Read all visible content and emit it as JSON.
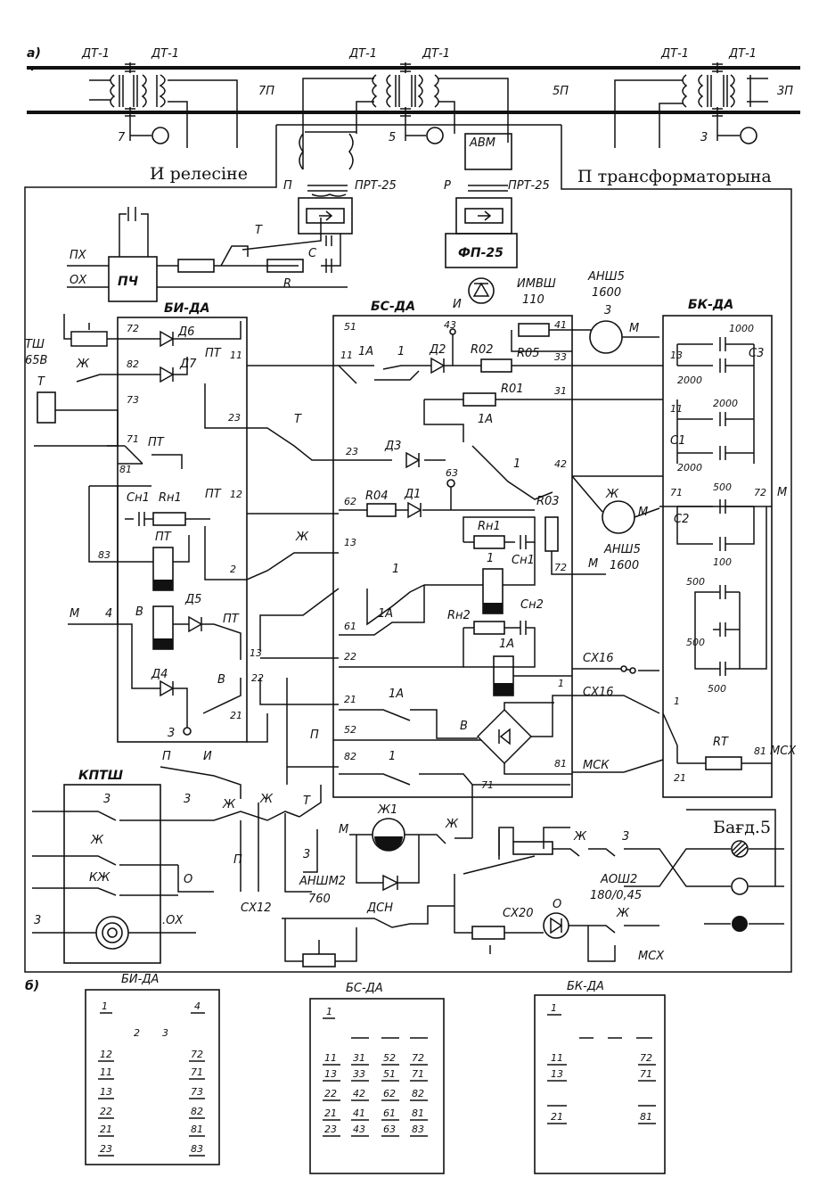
{
  "parts": {
    "a": "а)",
    "b": "б)"
  },
  "track": {
    "dt": "ДТ-1",
    "sections": [
      "7П",
      "5П",
      "3П"
    ],
    "signals": [
      "7",
      "5",
      "3"
    ],
    "caption_left": "И релесіне",
    "caption_right": "П трансформаторына",
    "caption_fig": "Бағд.5"
  },
  "units": {
    "prt": "ПРТ-25",
    "avm": "АВМ",
    "fp": "ФП-25",
    "imvsh": "ИМВШ",
    "imvsh_val": "110",
    "pch": "ПЧ",
    "p": "П",
    "r": "Р",
    "t": "Т",
    "c": "С",
    "rr": "R",
    "px": "ПХ",
    "ox": "ОХ",
    "ox2": ".ОХ",
    "i": "И"
  },
  "blocks": {
    "bi": "БИ-ДА",
    "bs": "БС-ДА",
    "bk": "БК-ДА",
    "kptsh": "КПТШ"
  },
  "motors": {
    "anshs": "АНШ5",
    "anshs_val": "1600",
    "m3": "3",
    "mzh": "Ж",
    "m": "М",
    "zh1": "Ж1",
    "anshm": "АНШМ2",
    "anshm_val": "760",
    "aosh": "АОШ2",
    "aosh_val": "180/0,45"
  },
  "bi_labels": {
    "tsh": "ТШ",
    "tsh_val": "65В",
    "t": "Т",
    "zh": "Ж",
    "m": "М",
    "n4": "4",
    "v": "В",
    "n3": "3",
    "d6": "Д6",
    "d7": "Д7",
    "d5": "Д5",
    "d4": "Д4",
    "pt": "ПТ",
    "cn1": "Cн1",
    "rn1": "Rн1",
    "pins": [
      "72",
      "82",
      "73",
      "71",
      "81",
      "83",
      "11",
      "23",
      "12",
      "2",
      "13",
      "22",
      "21"
    ]
  },
  "bs_labels": {
    "d2": "Д2",
    "d3": "Д3",
    "d1": "Д1",
    "r02": "R02",
    "r05": "R05",
    "r01": "R01",
    "r03": "R03",
    "r04": "R04",
    "rn1": "Rн1",
    "cn1": "Cн1",
    "rn2": "Rн2",
    "cn2": "Cн2",
    "n1a": "1А",
    "n1": "1",
    "n63": "63",
    "cx16": "СХ16",
    "msk": "МСК",
    "v": "В",
    "p": "П",
    "zh": "Ж",
    "t": "Т",
    "pins": [
      "51",
      "43",
      "41",
      "11",
      "33",
      "31",
      "23",
      "42",
      "62",
      "13",
      "72",
      "61",
      "22",
      "21",
      "52",
      "82",
      "81",
      "71",
      "1"
    ]
  },
  "bk_labels": {
    "c1": "С1",
    "c2": "С2",
    "c3": "С3",
    "rt": "RТ",
    "msx": "МСХ",
    "caps": [
      "1000",
      "2000",
      "2000",
      "2000",
      "500",
      "100",
      "500",
      "500",
      "500"
    ],
    "pins": [
      "13",
      "11",
      "71",
      "72",
      "1",
      "21",
      "81"
    ]
  },
  "bottom_labels": {
    "z": "3",
    "zh": "Ж",
    "kzh": "КЖ",
    "o": "О",
    "p": "П",
    "i": "И",
    "t": "Т",
    "m": "М",
    "cx12": "СХ12",
    "dsn": "ДСН",
    "cx20": "СХ20",
    "msx": "МСХ"
  },
  "tables": [
    {
      "title": "БИ-ДА",
      "head": [
        "1",
        "2",
        "3",
        "4"
      ],
      "left": [
        "12",
        "11",
        "13",
        "22",
        "21",
        "23"
      ],
      "right": [
        "72",
        "71",
        "73",
        "82",
        "81",
        "83"
      ]
    },
    {
      "title": "БС-ДА",
      "head": [
        "1"
      ],
      "cols": [
        [
          "11",
          "13",
          "22",
          "21",
          "23"
        ],
        [
          "31",
          "33",
          "42",
          "41",
          "43"
        ],
        [
          "52",
          "51",
          "62",
          "61",
          "63"
        ],
        [
          "72",
          "71",
          "82",
          "81",
          "83"
        ]
      ]
    },
    {
      "title": "БК-ДА",
      "head": [
        "1"
      ],
      "left": [
        "11",
        "13",
        "21"
      ],
      "right": [
        "72",
        "71",
        "81"
      ]
    }
  ]
}
